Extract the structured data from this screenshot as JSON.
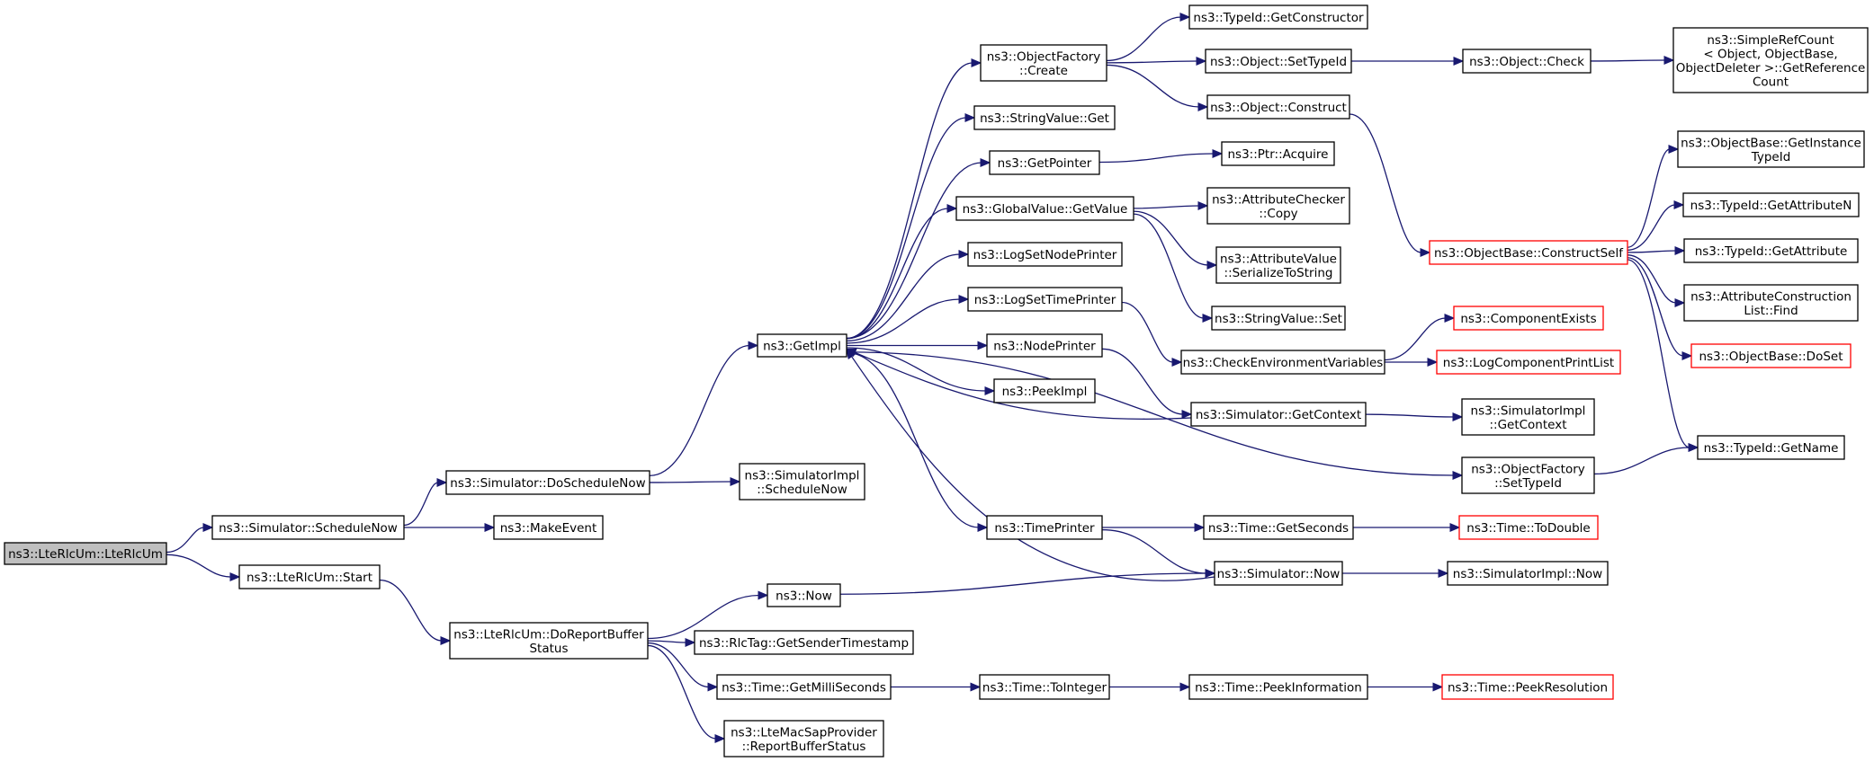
{
  "diagram": {
    "type": "call-graph",
    "colors": {
      "edge": "#191970",
      "truncated_border": "#ff0000",
      "root_fill": "#bfbfbf"
    },
    "nodes": [
      {
        "id": "root",
        "lines": [
          "ns3::LteRlcUm::LteRlcUm"
        ],
        "root": true
      },
      {
        "id": "schedNow",
        "lines": [
          "ns3::Simulator::ScheduleNow"
        ]
      },
      {
        "id": "start",
        "lines": [
          "ns3::LteRlcUm::Start"
        ]
      },
      {
        "id": "doSchedNow",
        "lines": [
          "ns3::Simulator::DoScheduleNow"
        ]
      },
      {
        "id": "makeEvent",
        "lines": [
          "ns3::MakeEvent"
        ]
      },
      {
        "id": "doReport",
        "lines": [
          "ns3::LteRlcUm::DoReportBuffer",
          "Status"
        ]
      },
      {
        "id": "getImpl",
        "lines": [
          "ns3::GetImpl"
        ]
      },
      {
        "id": "simImplSchedNow",
        "lines": [
          "ns3::SimulatorImpl",
          "::ScheduleNow"
        ]
      },
      {
        "id": "now",
        "lines": [
          "ns3::Now"
        ]
      },
      {
        "id": "rlcTag",
        "lines": [
          "ns3::RlcTag::GetSenderTimestamp"
        ]
      },
      {
        "id": "getMilli",
        "lines": [
          "ns3::Time::GetMilliSeconds"
        ]
      },
      {
        "id": "lteMacSap",
        "lines": [
          "ns3::LteMacSapProvider",
          "::ReportBufferStatus"
        ]
      },
      {
        "id": "objFactCreate",
        "lines": [
          "ns3::ObjectFactory",
          "::Create"
        ]
      },
      {
        "id": "strValGet",
        "lines": [
          "ns3::StringValue::Get"
        ]
      },
      {
        "id": "getPointer",
        "lines": [
          "ns3::GetPointer"
        ]
      },
      {
        "id": "globalGetValue",
        "lines": [
          "ns3::GlobalValue::GetValue"
        ]
      },
      {
        "id": "logSetNode",
        "lines": [
          "ns3::LogSetNodePrinter"
        ]
      },
      {
        "id": "logSetTime",
        "lines": [
          "ns3::LogSetTimePrinter"
        ]
      },
      {
        "id": "nodePrinter",
        "lines": [
          "ns3::NodePrinter"
        ]
      },
      {
        "id": "peekImpl",
        "lines": [
          "ns3::PeekImpl"
        ]
      },
      {
        "id": "timePrinter",
        "lines": [
          "ns3::TimePrinter"
        ]
      },
      {
        "id": "toInteger",
        "lines": [
          "ns3::Time::ToInteger"
        ]
      },
      {
        "id": "typeIdGetCtor",
        "lines": [
          "ns3::TypeId::GetConstructor"
        ]
      },
      {
        "id": "objSetTypeId",
        "lines": [
          "ns3::Object::SetTypeId"
        ]
      },
      {
        "id": "objConstruct",
        "lines": [
          "ns3::Object::Construct"
        ]
      },
      {
        "id": "ptrAcquire",
        "lines": [
          "ns3::Ptr::Acquire"
        ]
      },
      {
        "id": "attrCheckerCopy",
        "lines": [
          "ns3::AttributeChecker",
          "::Copy"
        ]
      },
      {
        "id": "attrValSer",
        "lines": [
          "ns3::AttributeValue",
          "::SerializeToString"
        ]
      },
      {
        "id": "strValSet",
        "lines": [
          "ns3::StringValue::Set"
        ]
      },
      {
        "id": "checkEnv",
        "lines": [
          "ns3::CheckEnvironmentVariables"
        ]
      },
      {
        "id": "simGetContext",
        "lines": [
          "ns3::Simulator::GetContext"
        ]
      },
      {
        "id": "timeGetSeconds",
        "lines": [
          "ns3::Time::GetSeconds"
        ]
      },
      {
        "id": "simNow",
        "lines": [
          "ns3::Simulator::Now"
        ]
      },
      {
        "id": "peekInfo",
        "lines": [
          "ns3::Time::PeekInformation"
        ]
      },
      {
        "id": "objCheck",
        "lines": [
          "ns3::Object::Check"
        ]
      },
      {
        "id": "constructSelf",
        "lines": [
          "ns3::ObjectBase::ConstructSelf"
        ],
        "truncated": true
      },
      {
        "id": "compExists",
        "lines": [
          "ns3::ComponentExists"
        ],
        "truncated": true
      },
      {
        "id": "logCompPrint",
        "lines": [
          "ns3::LogComponentPrintList"
        ],
        "truncated": true
      },
      {
        "id": "simImplGetCtx",
        "lines": [
          "ns3::SimulatorImpl",
          "::GetContext"
        ]
      },
      {
        "id": "objFactSetTypeId",
        "lines": [
          "ns3::ObjectFactory",
          "::SetTypeId"
        ]
      },
      {
        "id": "toDouble",
        "lines": [
          "ns3::Time::ToDouble"
        ],
        "truncated": true
      },
      {
        "id": "simImplNow",
        "lines": [
          "ns3::SimulatorImpl::Now"
        ]
      },
      {
        "id": "peekRes",
        "lines": [
          "ns3::Time::PeekResolution"
        ],
        "truncated": true
      },
      {
        "id": "simpleRefCount",
        "lines": [
          "ns3::SimpleRefCount",
          "< Object, ObjectBase,",
          "ObjectDeleter >::GetReference",
          "Count"
        ]
      },
      {
        "id": "getInstanceTypeId",
        "lines": [
          "ns3::ObjectBase::GetInstance",
          "TypeId"
        ]
      },
      {
        "id": "getAttrN",
        "lines": [
          "ns3::TypeId::GetAttributeN"
        ]
      },
      {
        "id": "getAttr",
        "lines": [
          "ns3::TypeId::GetAttribute"
        ]
      },
      {
        "id": "attrConstrFind",
        "lines": [
          "ns3::AttributeConstruction",
          "List::Find"
        ]
      },
      {
        "id": "objBaseDoSet",
        "lines": [
          "ns3::ObjectBase::DoSet"
        ],
        "truncated": true
      },
      {
        "id": "typeIdGetName",
        "lines": [
          "ns3::TypeId::GetName"
        ]
      }
    ],
    "edges": [
      [
        "root",
        "schedNow"
      ],
      [
        "root",
        "start"
      ],
      [
        "schedNow",
        "doSchedNow"
      ],
      [
        "schedNow",
        "makeEvent"
      ],
      [
        "start",
        "doReport"
      ],
      [
        "doSchedNow",
        "getImpl"
      ],
      [
        "doSchedNow",
        "simImplSchedNow"
      ],
      [
        "doReport",
        "now"
      ],
      [
        "doReport",
        "rlcTag"
      ],
      [
        "doReport",
        "getMilli"
      ],
      [
        "doReport",
        "lteMacSap"
      ],
      [
        "getImpl",
        "objFactCreate"
      ],
      [
        "getImpl",
        "strValGet"
      ],
      [
        "getImpl",
        "getPointer"
      ],
      [
        "getImpl",
        "globalGetValue"
      ],
      [
        "getImpl",
        "logSetNode"
      ],
      [
        "getImpl",
        "logSetTime"
      ],
      [
        "getImpl",
        "nodePrinter"
      ],
      [
        "getImpl",
        "peekImpl"
      ],
      [
        "getImpl",
        "objFactSetTypeId"
      ],
      [
        "getImpl",
        "timePrinter"
      ],
      [
        "now",
        "simNow"
      ],
      [
        "getMilli",
        "toInteger"
      ],
      [
        "objFactCreate",
        "typeIdGetCtor"
      ],
      [
        "objFactCreate",
        "objSetTypeId"
      ],
      [
        "objFactCreate",
        "objConstruct"
      ],
      [
        "getPointer",
        "ptrAcquire"
      ],
      [
        "globalGetValue",
        "attrCheckerCopy"
      ],
      [
        "globalGetValue",
        "attrValSer"
      ],
      [
        "globalGetValue",
        "strValSet"
      ],
      [
        "logSetTime",
        "checkEnv"
      ],
      [
        "nodePrinter",
        "simGetContext"
      ],
      [
        "timePrinter",
        "timeGetSeconds"
      ],
      [
        "timePrinter",
        "simNow"
      ],
      [
        "toInteger",
        "peekInfo"
      ],
      [
        "objSetTypeId",
        "objCheck"
      ],
      [
        "objConstruct",
        "constructSelf"
      ],
      [
        "checkEnv",
        "compExists"
      ],
      [
        "checkEnv",
        "logCompPrint"
      ],
      [
        "simGetContext",
        "getImpl"
      ],
      [
        "simGetContext",
        "simImplGetCtx"
      ],
      [
        "timeGetSeconds",
        "toDouble"
      ],
      [
        "simNow",
        "getImpl"
      ],
      [
        "simNow",
        "simImplNow"
      ],
      [
        "peekInfo",
        "peekRes"
      ],
      [
        "objCheck",
        "simpleRefCount"
      ],
      [
        "constructSelf",
        "getInstanceTypeId"
      ],
      [
        "constructSelf",
        "getAttrN"
      ],
      [
        "constructSelf",
        "getAttr"
      ],
      [
        "constructSelf",
        "attrConstrFind"
      ],
      [
        "constructSelf",
        "objBaseDoSet"
      ],
      [
        "constructSelf",
        "typeIdGetName"
      ],
      [
        "objFactSetTypeId",
        "typeIdGetName"
      ]
    ]
  }
}
